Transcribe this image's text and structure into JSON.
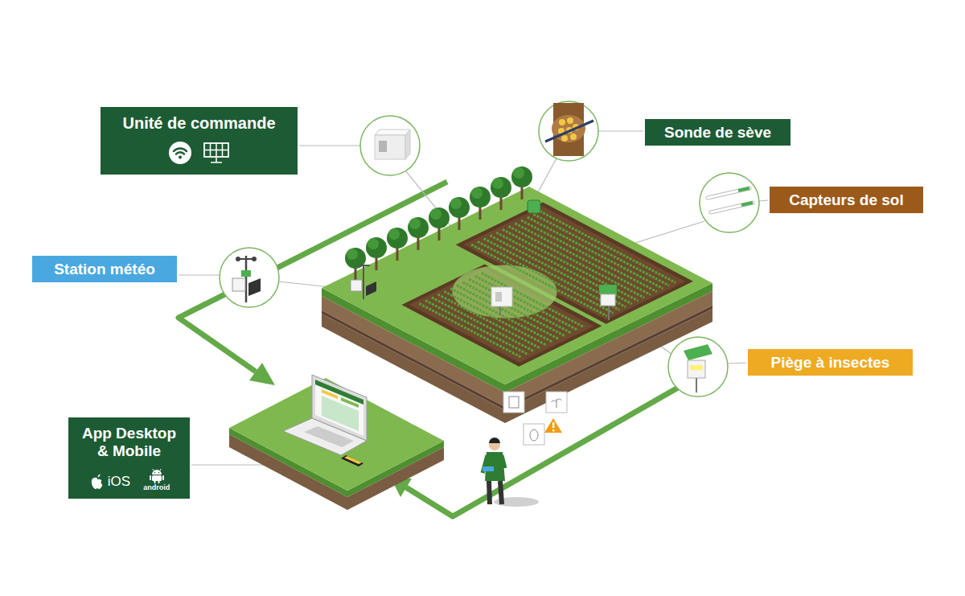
{
  "diagram": {
    "nodes": [
      {
        "text": [
          "Unité de commande"
        ]
      },
      {
        "text": [
          "Sonde de sève"
        ]
      },
      {
        "text": [
          "Capteurs de sol"
        ]
      },
      {
        "text": [
          "Station météo"
        ]
      },
      {
        "text": [
          "Piège à insectes"
        ]
      },
      {
        "text": [
          "App Desktop & Mobile",
          "iOS",
          "android"
        ]
      }
    ]
  }
}
